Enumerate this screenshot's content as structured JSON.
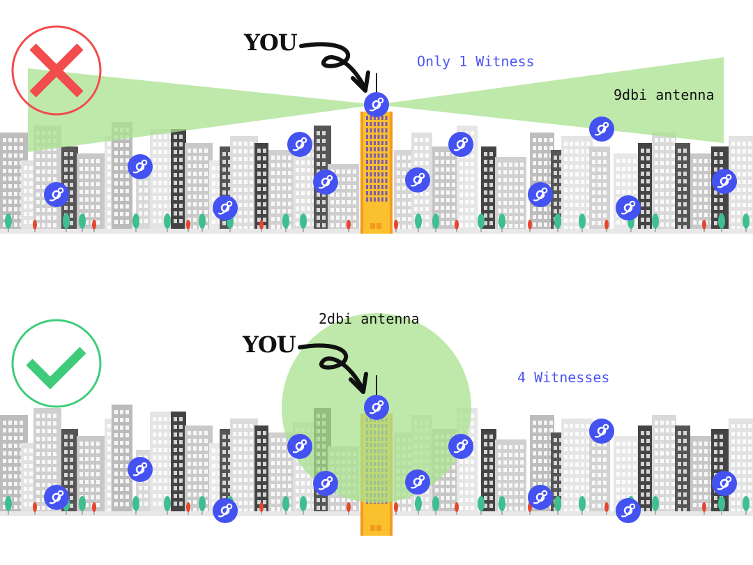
{
  "colors": {
    "bad": "#f24c4c",
    "good": "#3fcc7a",
    "coverage": "#a8e28f",
    "hotspot": "#4452f2",
    "witness_text": "#4b55f0",
    "tower": "#fbc02d",
    "tower_edge": "#f39a1e",
    "tower_window": "#7b5bb0"
  },
  "panels": [
    {
      "id": "bad",
      "status_icon": "x-mark-icon",
      "status": "incorrect",
      "you_label": "YOU",
      "antenna_label": "9dbi antenna",
      "witness_label": "Only 1 Witness",
      "coverage_shape": "narrow-beam",
      "witness_count": 1
    },
    {
      "id": "good",
      "status_icon": "check-mark-icon",
      "status": "correct",
      "you_label": "YOU",
      "antenna_label": "2dbi antenna",
      "witness_label": "4 Witnesses",
      "coverage_shape": "circle",
      "witness_count": 4
    }
  ],
  "hotspot_icon": "helium-hotspot-icon"
}
